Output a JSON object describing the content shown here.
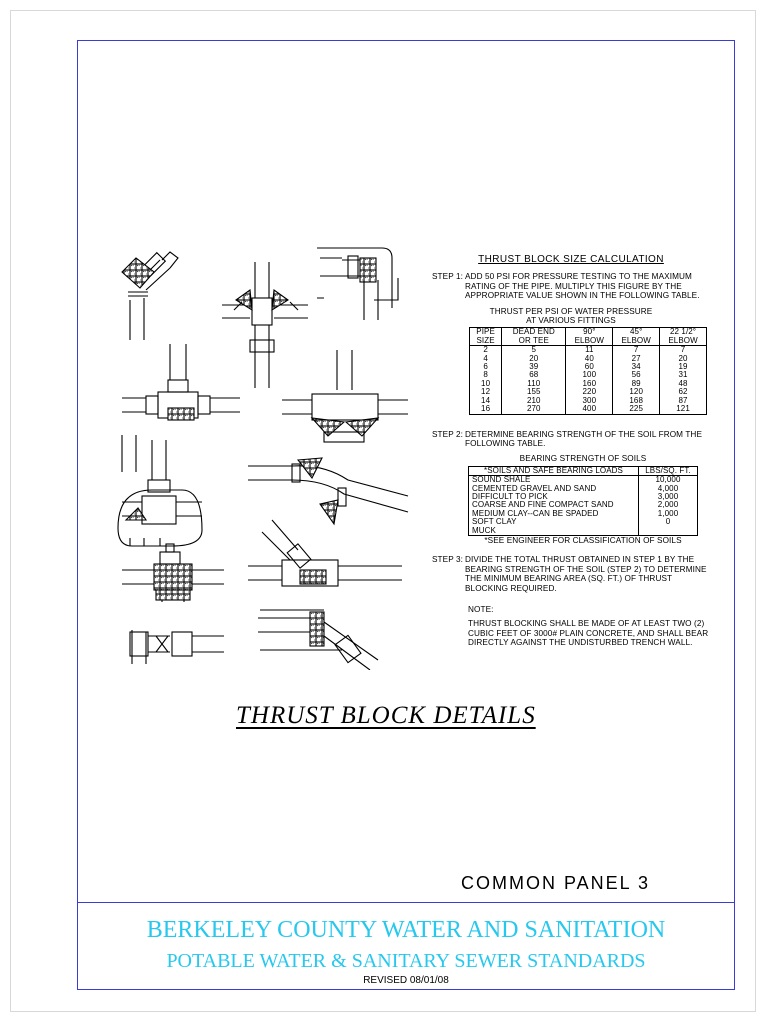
{
  "sheet": {
    "title": "THRUST BLOCK DETAILS",
    "panel": "COMMON PANEL 3",
    "organization": "BERKELEY COUNTY WATER AND SANITATION",
    "standards": "POTABLE WATER & SANITARY SEWER STANDARDS",
    "revised": "REVISED 08/01/08",
    "colors": {
      "frame": "#3b3bd6",
      "title_block_text": "#27c8ee",
      "linework": "#000000"
    }
  },
  "calculation": {
    "title": "THRUST BLOCK SIZE CALCULATION",
    "step1": {
      "label": "STEP 1:",
      "text": "ADD 50 PSI FOR PRESSURE TESTING TO THE MAXIMUM RATING OF THE PIPE.  MULTIPLY THIS FIGURE BY THE APPROPRIATE VALUE SHOWN IN THE FOLLOWING TABLE."
    },
    "thrust_table": {
      "caption": "THRUST PER PSI OF WATER PRESSURE",
      "subcaption": "AT VARIOUS FITTINGS",
      "headers": [
        [
          "PIPE",
          "SIZE"
        ],
        [
          "DEAD END",
          "OR TEE"
        ],
        [
          "90°",
          "ELBOW"
        ],
        [
          "45°",
          "ELBOW"
        ],
        [
          "22 1/2°",
          "ELBOW"
        ]
      ],
      "rows": [
        [
          "2",
          "5",
          "11",
          "7",
          "7"
        ],
        [
          "4",
          "20",
          "40",
          "27",
          "20"
        ],
        [
          "6",
          "39",
          "60",
          "34",
          "19"
        ],
        [
          "8",
          "68",
          "100",
          "56",
          "31"
        ],
        [
          "10",
          "110",
          "160",
          "89",
          "48"
        ],
        [
          "12",
          "155",
          "220",
          "120",
          "62"
        ],
        [
          "14",
          "210",
          "300",
          "168",
          "87"
        ],
        [
          "16",
          "270",
          "400",
          "225",
          "121"
        ]
      ]
    },
    "step2": {
      "label": "STEP 2:",
      "text": "DETERMINE BEARING STRENGTH OF THE SOIL FROM THE FOLLOWING TABLE."
    },
    "soil_table": {
      "caption": "BEARING STRENGTH OF SOILS",
      "headers": [
        "*SOILS AND SAFE BEARING LOADS",
        "LBS/SQ. FT."
      ],
      "rows": [
        [
          "SOUND SHALE",
          "10,000"
        ],
        [
          "CEMENTED GRAVEL AND SAND",
          "4,000"
        ],
        [
          "DIFFICULT TO PICK",
          "3,000"
        ],
        [
          "COARSE AND FINE COMPACT SAND",
          "2,000"
        ],
        [
          "MEDIUM CLAY--CAN BE SPADED",
          "1,000"
        ],
        [
          "SOFT CLAY",
          "0"
        ],
        [
          "MUCK",
          ""
        ]
      ],
      "footnote": "*SEE ENGINEER FOR CLASSIFICATION OF SOILS"
    },
    "step3": {
      "label": "STEP 3:",
      "text": "DIVIDE THE TOTAL THRUST OBTAINED IN STEP 1 BY THE BEARING STRENGTH OF THE SOIL (STEP 2) TO DETERMINE THE MINIMUM BEARING AREA (SQ. FT.) OF THRUST BLOCKING REQUIRED."
    },
    "note": {
      "label": "NOTE:",
      "text": "THRUST BLOCKING SHALL BE MADE OF AT LEAST TWO (2) CUBIC FEET OF 3000# PLAIN CONCRETE, AND SHALL BEAR DIRECTLY AGAINST THE UNDISTURBED TRENCH WALL."
    }
  },
  "details": [
    "90-degree-elbow-detail",
    "cross-detail",
    "tee-elbow-detail",
    "tee-detail",
    "reducer-tee-detail",
    "cross-blocked-detail",
    "horizontal-bend-detail",
    "valve-detail",
    "wye-detail",
    "plug-detail",
    "offset-bend-detail"
  ]
}
